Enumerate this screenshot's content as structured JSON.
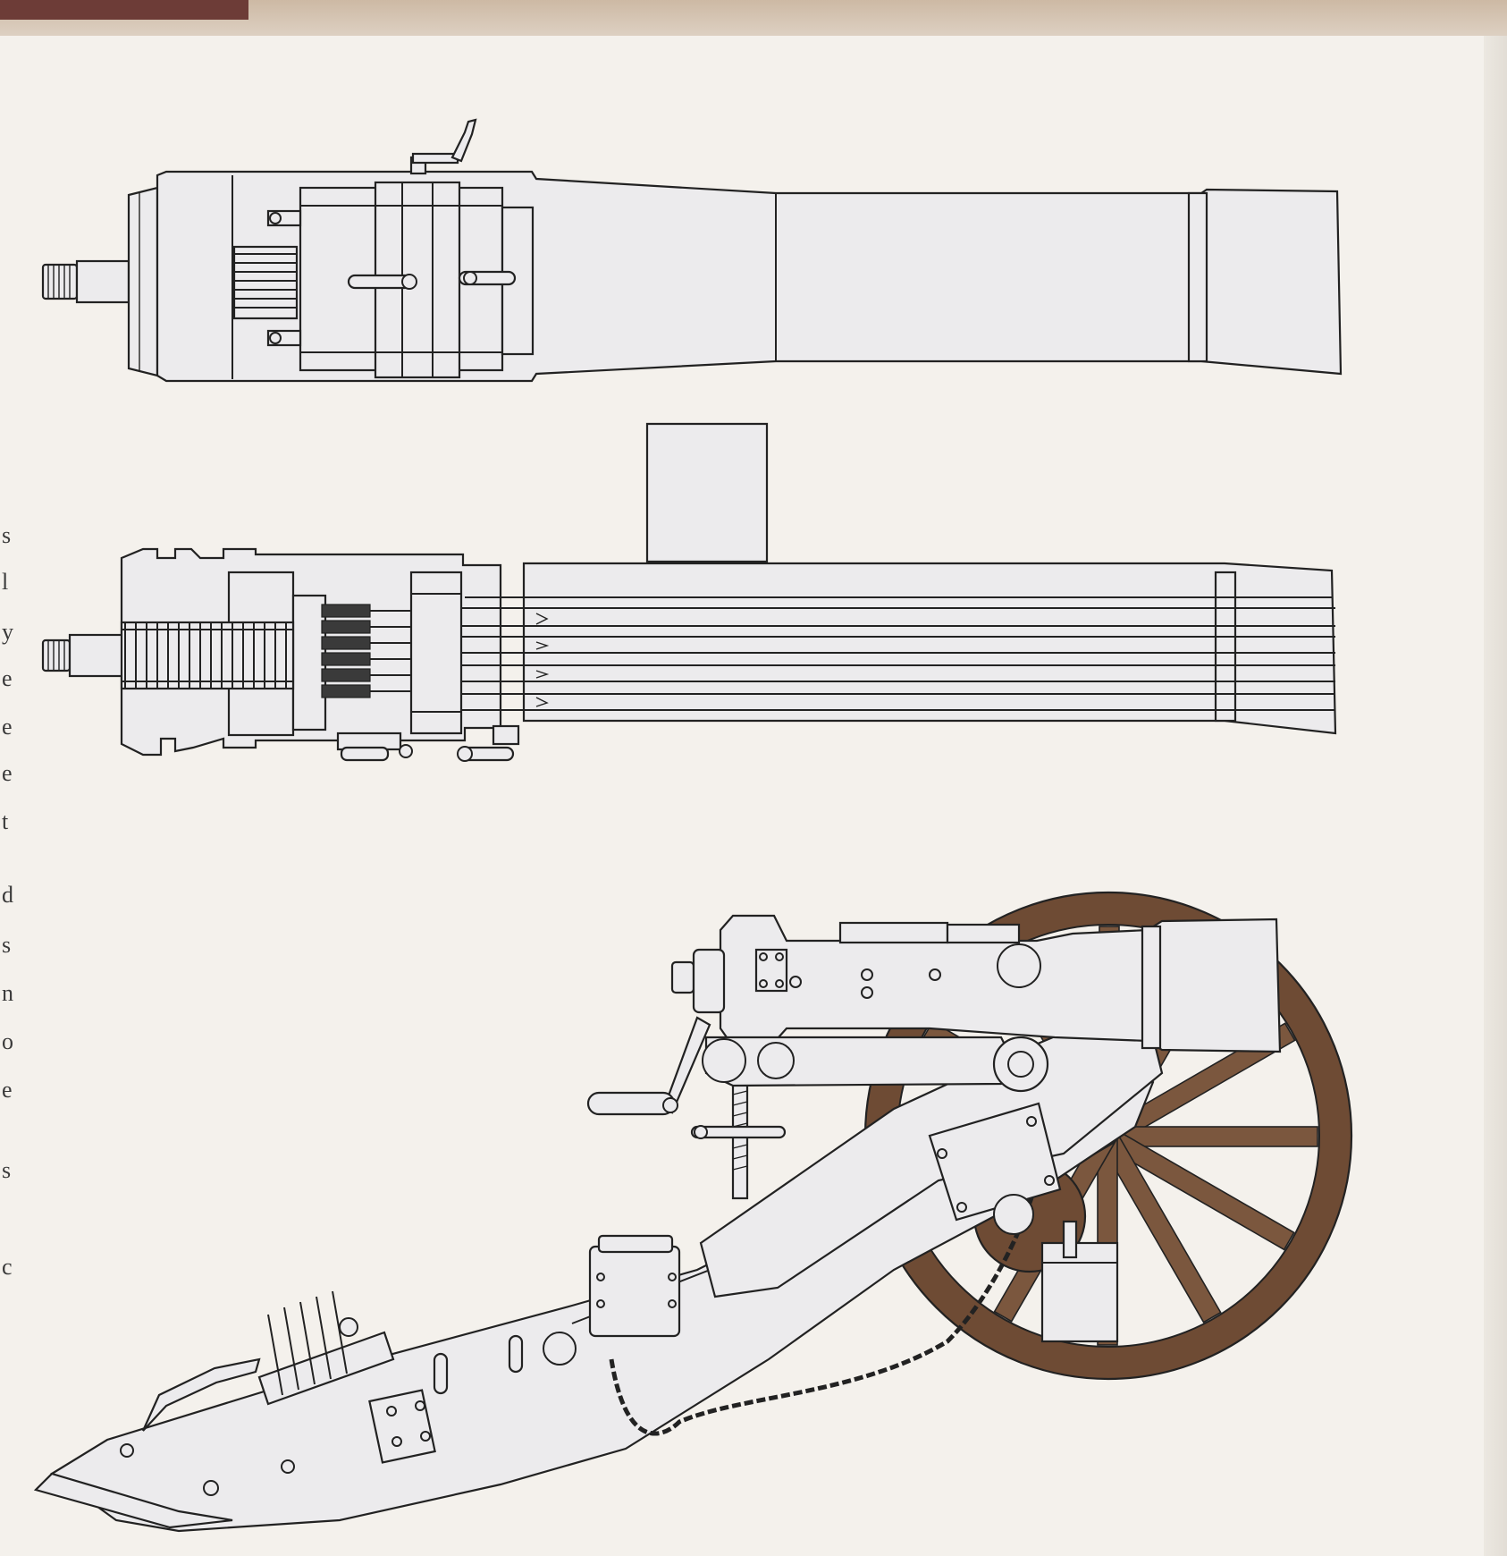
{
  "figure": {
    "views": [
      "top-view",
      "sectional-view",
      "gun-on-carriage"
    ]
  },
  "colors": {
    "metal": "#ecebed",
    "outline": "#222222",
    "wheel-wood": "#6e4b34",
    "paper": "#f4f1ec",
    "cover-edge": "#6d3c37"
  },
  "margin_letters": [
    "s",
    "l",
    "y",
    "e",
    "e",
    "e",
    "t",
    "d",
    "s",
    "n",
    "o",
    "e",
    "s",
    "c"
  ]
}
